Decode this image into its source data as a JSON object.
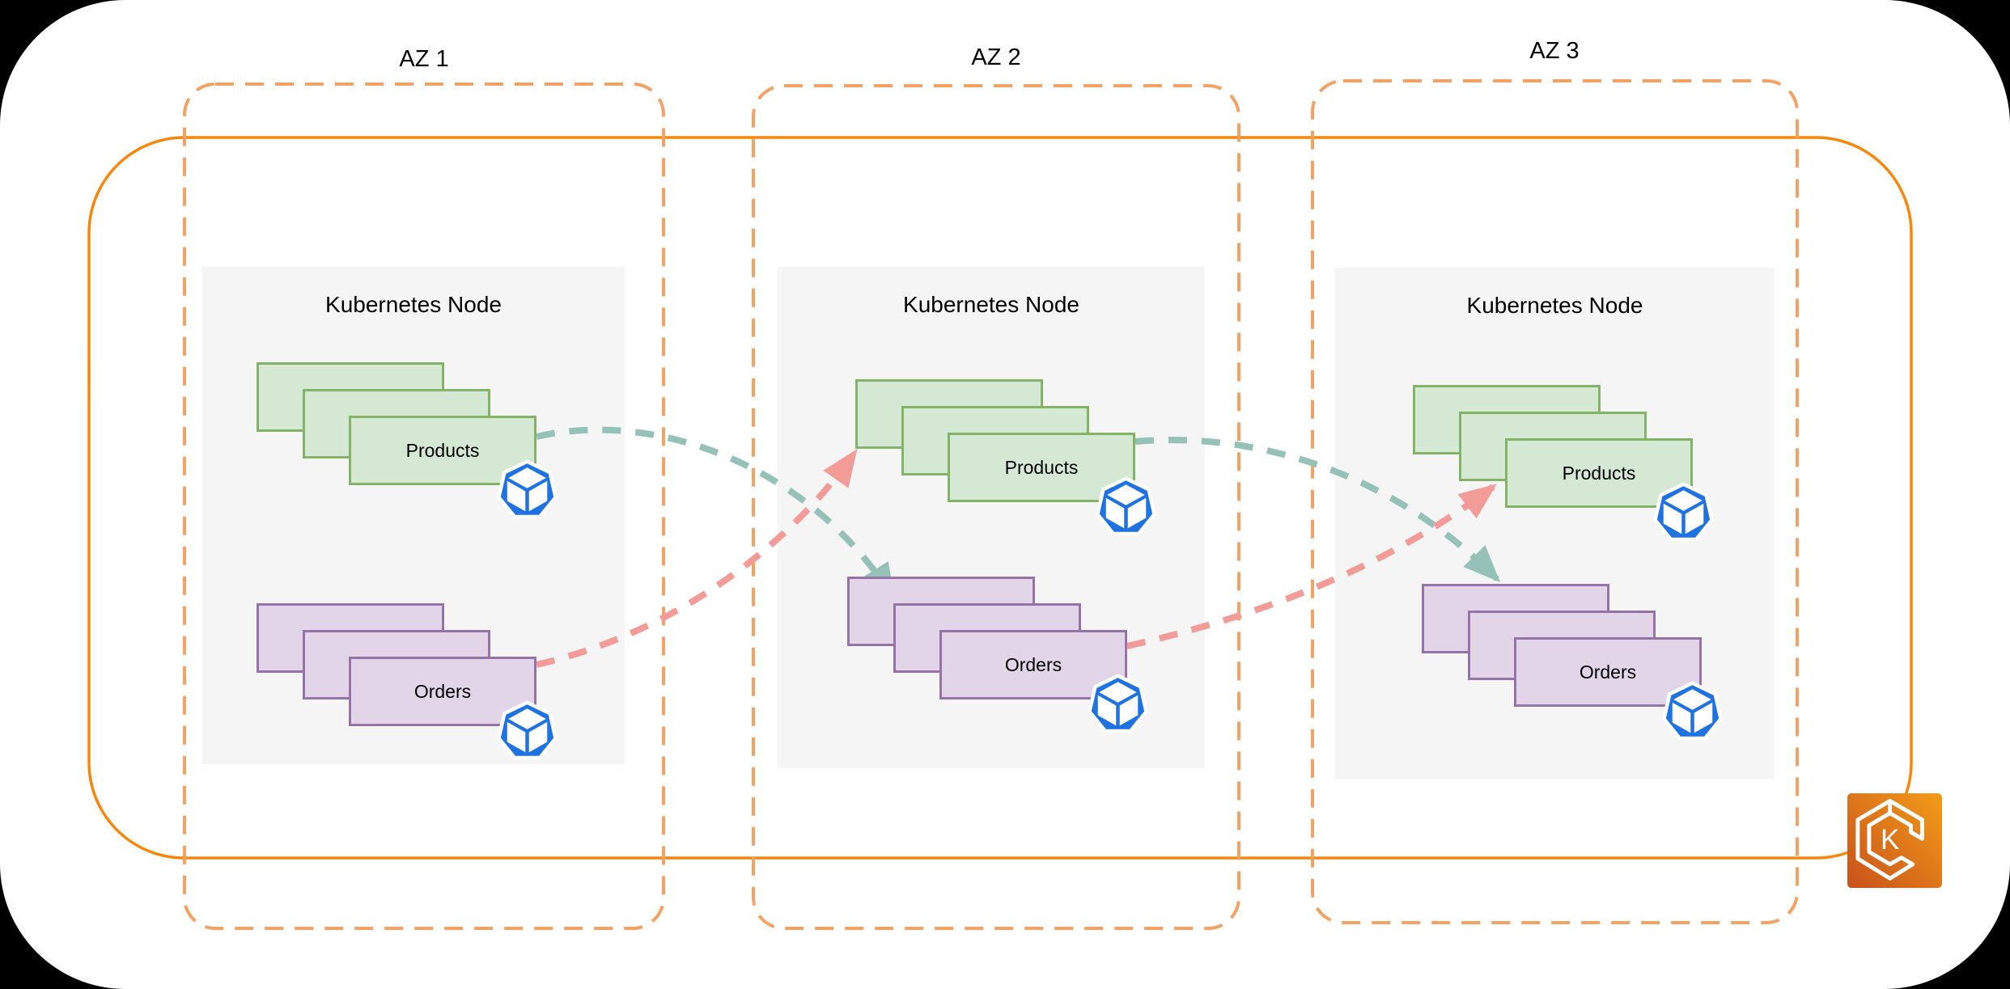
{
  "diagram": {
    "cluster": {
      "type": "Amazon EKS cluster boundary",
      "icon": "amazon-eks-icon",
      "icon_letter": "K"
    },
    "zones": [
      {
        "label": "AZ 1",
        "node": {
          "title": "Kubernetes Node",
          "workloads": [
            {
              "label": "Products",
              "replicas": 3
            },
            {
              "label": "Orders",
              "replicas": 3
            }
          ]
        }
      },
      {
        "label": "AZ 2",
        "node": {
          "title": "Kubernetes Node",
          "workloads": [
            {
              "label": "Products",
              "replicas": 3
            },
            {
              "label": "Orders",
              "replicas": 3
            }
          ]
        }
      },
      {
        "label": "AZ 3",
        "node": {
          "title": "Kubernetes Node",
          "workloads": [
            {
              "label": "Products",
              "replicas": 3
            },
            {
              "label": "Orders",
              "replicas": 3
            }
          ]
        }
      }
    ],
    "arrows": [
      {
        "from": "AZ 1 Products",
        "to": "AZ 2 Orders",
        "style": "dashed",
        "color": "#95C1B9"
      },
      {
        "from": "AZ 1 Orders",
        "to": "AZ 2 Products",
        "style": "dashed",
        "color": "#F29B97"
      },
      {
        "from": "AZ 2 Products",
        "to": "AZ 3 Orders",
        "style": "dashed",
        "color": "#95C1B9"
      },
      {
        "from": "AZ 2 Orders",
        "to": "AZ 3 Products",
        "style": "dashed",
        "color": "#F29B97"
      }
    ]
  },
  "icons": {
    "pod": "kubernetes-pod-icon",
    "eks": "amazon-eks-icon"
  },
  "colors": {
    "background": "#000000",
    "surface": "#ffffff",
    "text": "#000000",
    "cluster_border": "#F8860B",
    "az_border": "#F4A263",
    "node_bg": "#F5F5F5",
    "green_fill": "#D5E8D4",
    "green_border": "#82B366",
    "purple_fill": "#E1D5E7",
    "purple_border": "#9673A6",
    "teal_arrow": "#95C1B9",
    "pink_arrow": "#F29B97",
    "pod_blue": "#1E72E2",
    "eks_grad_start": "#C8511B",
    "eks_grad_end": "#F39C18"
  }
}
